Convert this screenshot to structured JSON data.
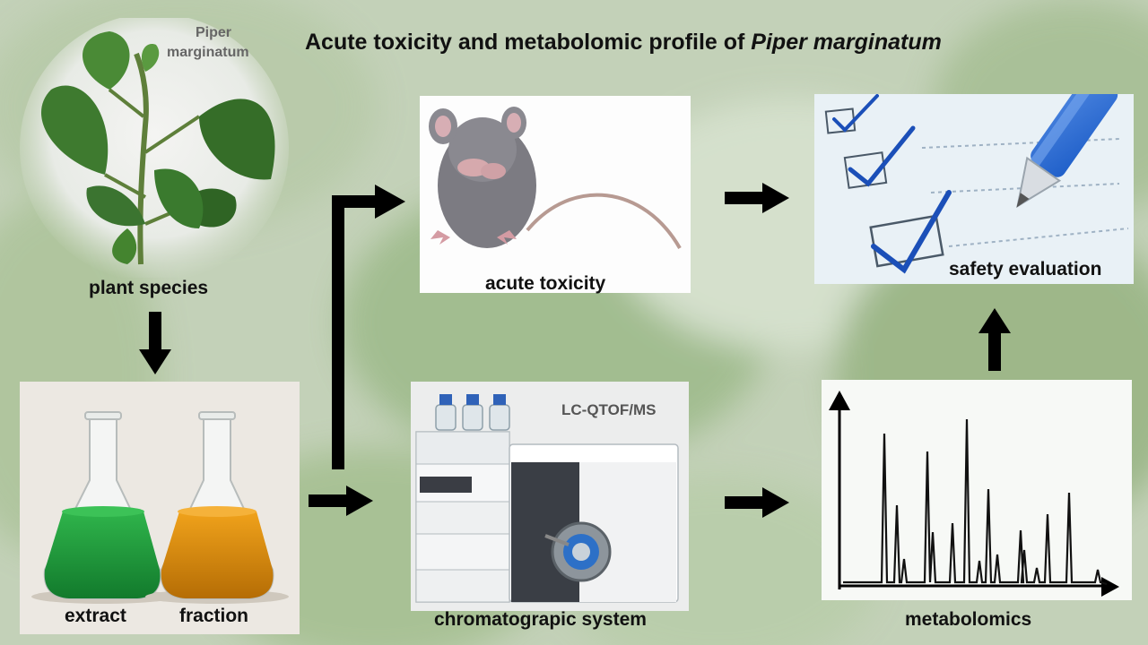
{
  "title": {
    "prefix": "Acute toxicity and metabolomic profile of ",
    "species": "Piper marginatum"
  },
  "plant": {
    "tag_line1": "Piper",
    "tag_line2": "marginatum",
    "label": "plant species"
  },
  "flasks": {
    "extract_label": "extract",
    "fraction_label": "fraction"
  },
  "mouse": {
    "label": "acute toxicity"
  },
  "instrument": {
    "model": "LC-QTOF/MS",
    "label": "chromatograpic system"
  },
  "chromatogram": {
    "label": "metabolomics"
  },
  "checklist": {
    "label": "safety evaluation"
  },
  "colors": {
    "leaf": "#3e7a2f",
    "extract": "#1f9a3a",
    "fraction": "#d9900e",
    "pen_blue": "#1f5fc9",
    "check_blue": "#1b4fb8"
  }
}
